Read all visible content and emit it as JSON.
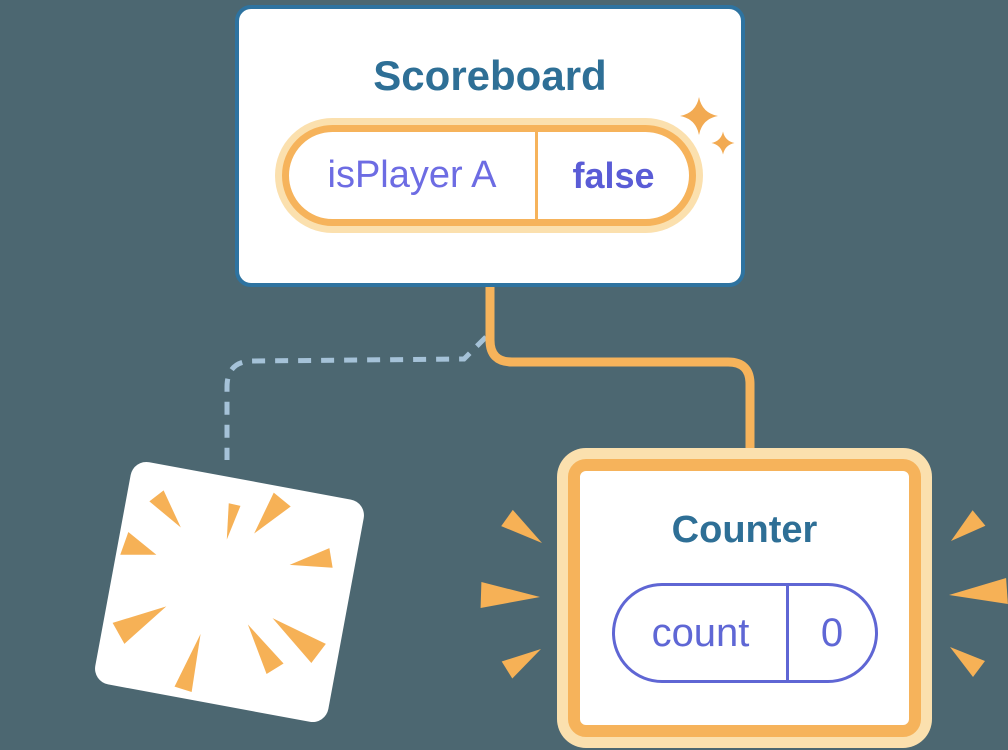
{
  "colors": {
    "bg": "#4c6771",
    "card-border-blue": "#2e73a0",
    "title-teal": "#2e6f96",
    "state-name-purple": "#6d6ce3",
    "state-value-purple": "#5a5cd6",
    "pill-border-purple": "#5f66d4",
    "count-purple": "#5f67d5",
    "orange": "#f6b35b",
    "orange-glow": "#fbe0ae",
    "ray-orange": "#f6b156",
    "dashed-blue": "#a5c2d8",
    "sparkle-orange": "#f2aa52"
  },
  "scoreboard_card": {
    "title": "Scoreboard",
    "state_pill": {
      "name": "isPlayer A",
      "value": "false"
    }
  },
  "counter_card": {
    "title": "Counter",
    "state_pill": {
      "name": "count",
      "value": "0"
    }
  }
}
